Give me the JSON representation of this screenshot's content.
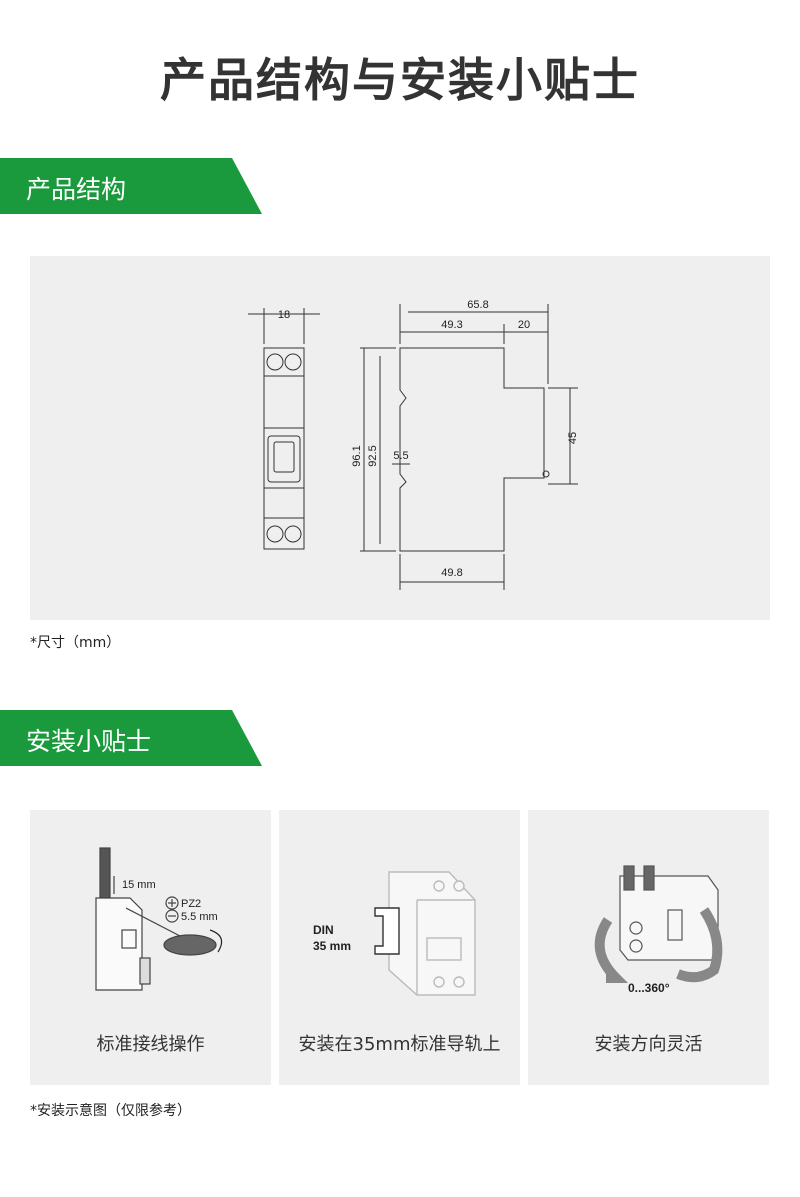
{
  "page": {
    "title": "产品结构与安装小贴士"
  },
  "structure": {
    "banner": "产品结构",
    "dims": {
      "w18": "18",
      "w658": "65.8",
      "w493": "49.3",
      "w20": "20",
      "h961": "96.1",
      "h925": "92.5",
      "w55": "5.5",
      "h45": "45",
      "w498": "49.8"
    },
    "note": "*尺寸（mm）"
  },
  "install": {
    "banner": "安装小贴士",
    "cards": [
      {
        "caption": "标准接线操作",
        "labels": {
          "len": "15 mm",
          "pz": "PZ2",
          "flat": "5.5 mm"
        }
      },
      {
        "caption": "安装在35mm标准导轨上",
        "labels": {
          "din": "DIN",
          "din_size": "35 mm"
        }
      },
      {
        "caption": "安装方向灵活",
        "labels": {
          "angle": "0...360°"
        }
      }
    ],
    "note": "*安装示意图（仅限参考）"
  }
}
